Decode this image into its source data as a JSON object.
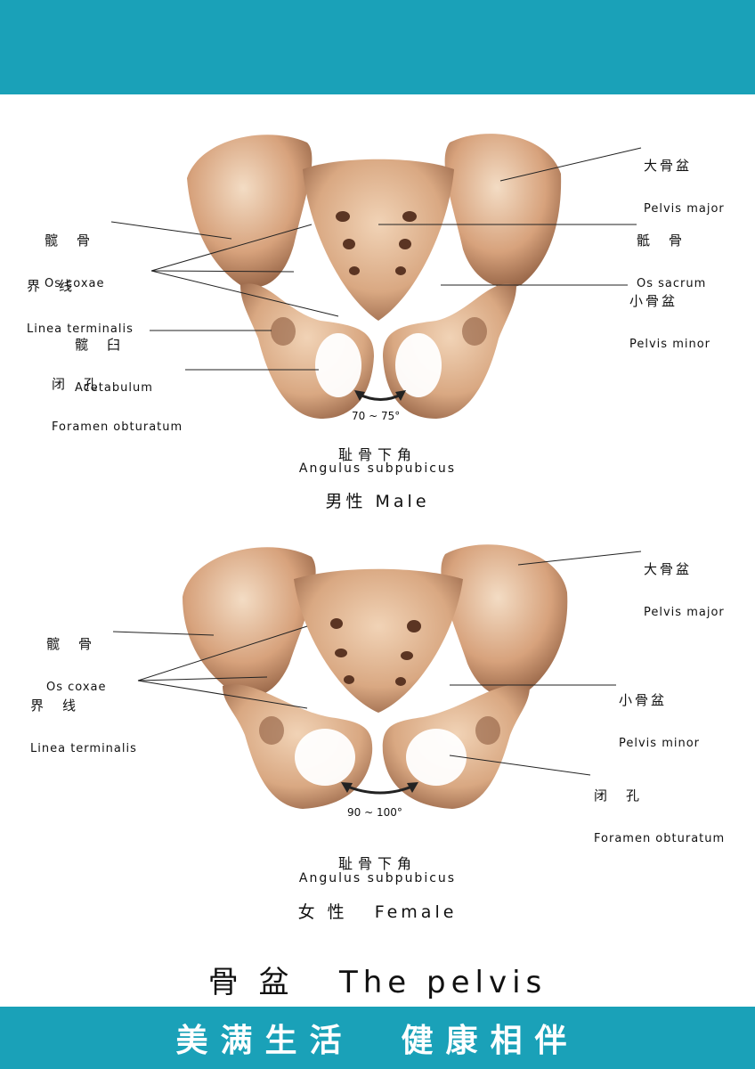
{
  "slogan": "美满生活  健康相伴",
  "title": "骨 盆   The pelvis",
  "male": {
    "pelvis_major": {
      "zh": "大骨盆",
      "en": "Pelvis major"
    },
    "os_coxae": {
      "zh": "髋　骨",
      "en": "Os coxae"
    },
    "os_sacrum": {
      "zh": "骶　骨",
      "en": "Os sacrum"
    },
    "linea_terminalis": {
      "zh": "界　线",
      "en": "Linea terminalis"
    },
    "pelvis_minor": {
      "zh": "小骨盆",
      "en": "Pelvis minor"
    },
    "acetabulum": {
      "zh": "髋　臼",
      "en": "Acetabulum"
    },
    "foramen": {
      "zh": "闭　孔",
      "en": "Foramen obturatum"
    },
    "angle": "70 ~ 75°",
    "subpubic_zh": "耻骨下角",
    "subpubic_en": "Angulus subpubicus",
    "sex": "男性 Male"
  },
  "female": {
    "pelvis_major": {
      "zh": "大骨盆",
      "en": "Pelvis major"
    },
    "os_coxae": {
      "zh": "髋　骨",
      "en": "Os coxae"
    },
    "linea_terminalis": {
      "zh": "界　线",
      "en": "Linea terminalis"
    },
    "pelvis_minor": {
      "zh": "小骨盆",
      "en": "Pelvis minor"
    },
    "foramen": {
      "zh": "闭　孔",
      "en": "Foramen obturatum"
    },
    "angle": "90 ~ 100°",
    "subpubic_zh": "耻骨下角",
    "subpubic_en": "Angulus subpubicus",
    "sex": "女 性   Female"
  },
  "colors": {
    "band": "#1aa1b8",
    "bone": "#d9a882",
    "bone_shadow": "#9c6a4c",
    "bone_light": "#f1d3b6"
  }
}
